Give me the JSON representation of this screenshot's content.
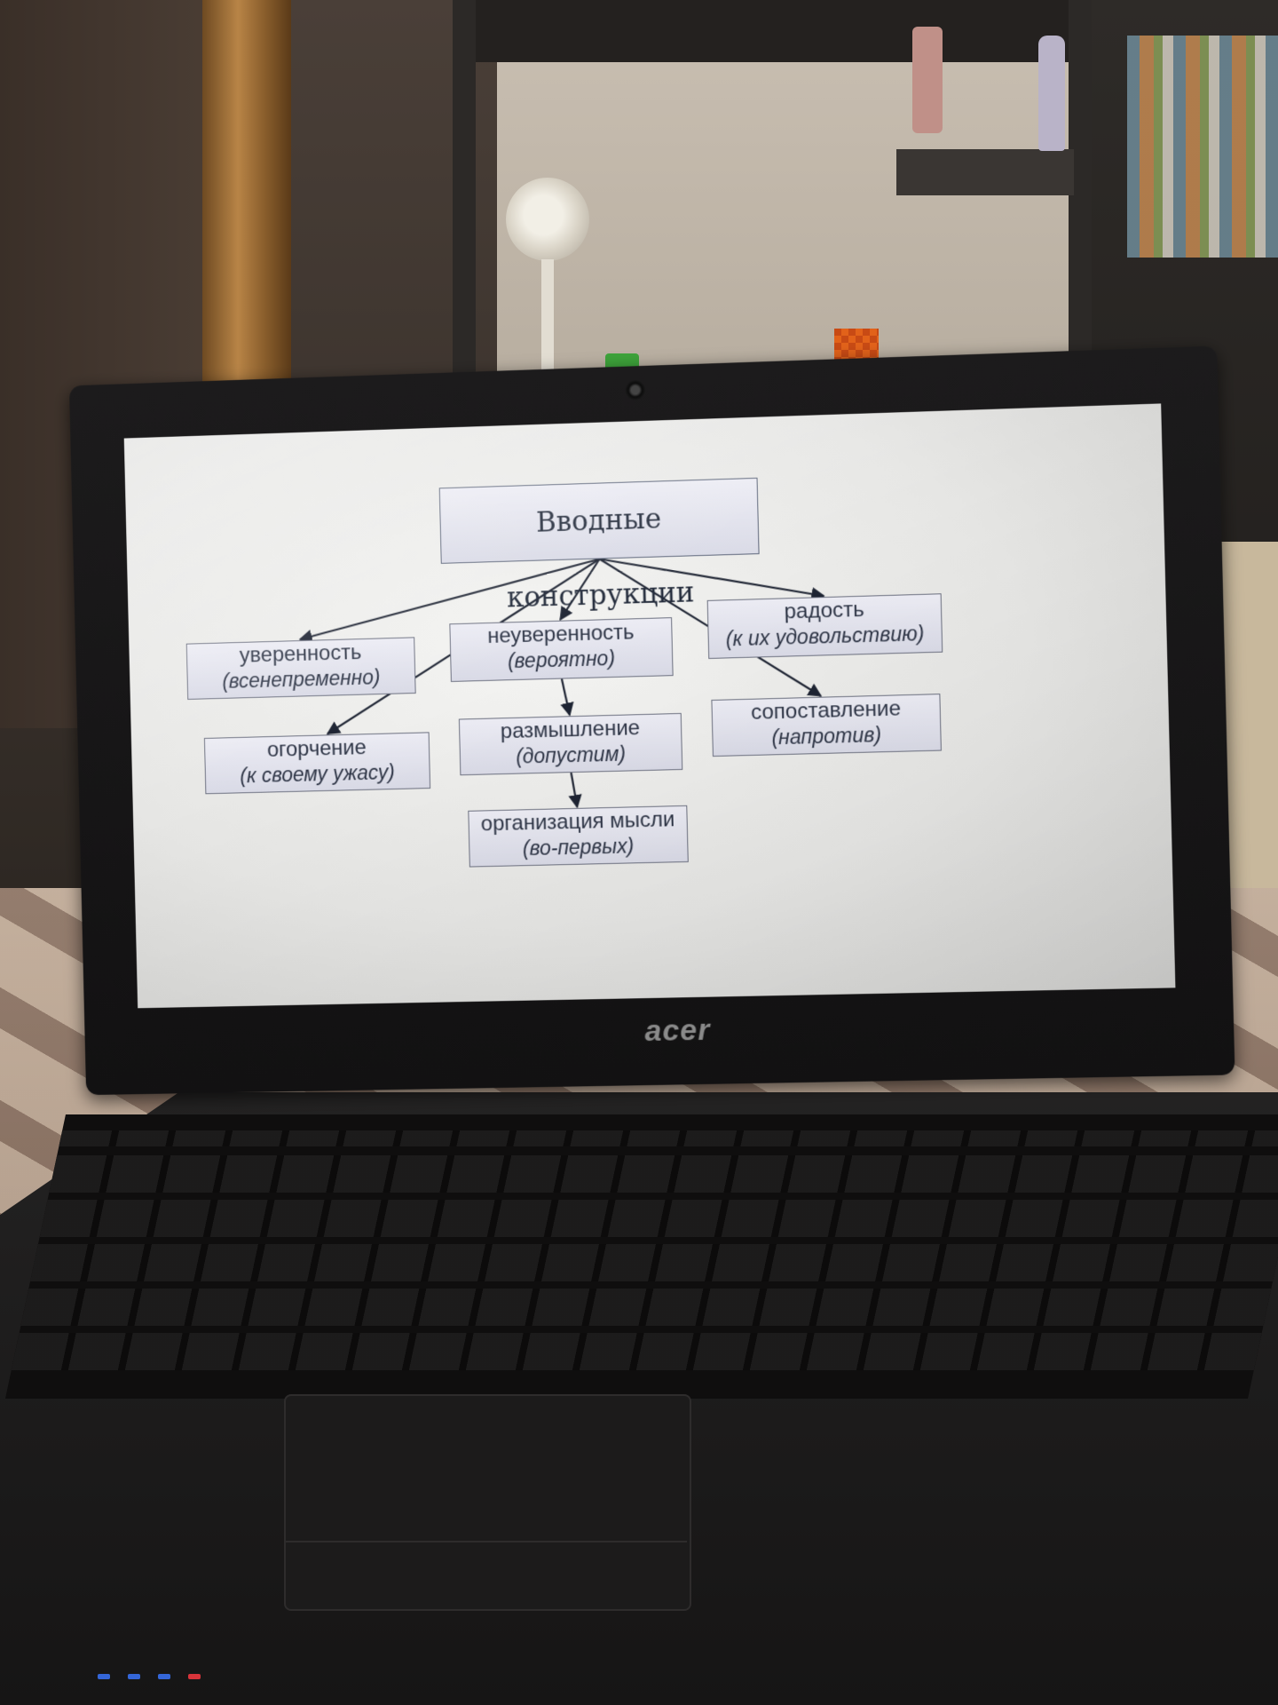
{
  "scene": {
    "laptop_brand": "acer"
  },
  "diagram": {
    "root": {
      "title": "Вводные конструкции"
    },
    "nodes": [
      {
        "id": "confidence",
        "label": "уверенность",
        "example": "(всенепременно)"
      },
      {
        "id": "uncertainty",
        "label": "неуверенность",
        "example": "(вероятно)"
      },
      {
        "id": "joy",
        "label": "радость",
        "example": "(к их удовольствию)"
      },
      {
        "id": "grief",
        "label": "огорчение",
        "example": "(к своему ужасу)"
      },
      {
        "id": "reflection",
        "label": "размышление",
        "example": "(допустим)"
      },
      {
        "id": "comparison",
        "label": "сопоставление",
        "example": "(напротив)"
      },
      {
        "id": "thought-order",
        "label": "организация мысли",
        "example": "(во-первых)"
      }
    ],
    "edges": [
      [
        "root",
        "confidence"
      ],
      [
        "root",
        "uncertainty"
      ],
      [
        "root",
        "joy"
      ],
      [
        "root",
        "grief"
      ],
      [
        "root",
        "comparison"
      ],
      [
        "uncertainty",
        "reflection"
      ],
      [
        "reflection",
        "thought-order"
      ]
    ],
    "colors": {
      "box_border": "#6c7080",
      "box_fill": "#e3e4ee",
      "arrow": "#1e2433",
      "text": "#2e3546"
    }
  }
}
